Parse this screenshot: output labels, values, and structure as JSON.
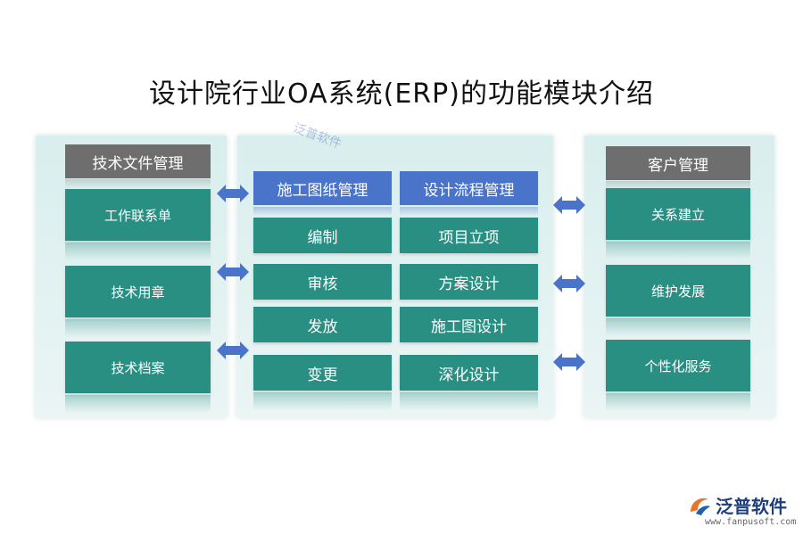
{
  "title": "设计院行业OA系统(ERP)的功能模块介绍",
  "left": {
    "header": "技术文件管理",
    "items": [
      "工作联系单",
      "技术用章",
      "技术档案"
    ]
  },
  "middle": {
    "col1": {
      "header": "施工图纸管理",
      "items": [
        "编制",
        "审核",
        "发放",
        "变更"
      ]
    },
    "col2": {
      "header": "设计流程管理",
      "items": [
        "项目立项",
        "方案设计",
        "施工图设计",
        "深化设计"
      ]
    }
  },
  "right": {
    "header": "客户管理",
    "items": [
      "关系建立",
      "维护发展",
      "个性化服务"
    ]
  },
  "watermark": "泛普软件",
  "logo": {
    "name": "泛普软件",
    "url": "www.fanpusoft.com"
  },
  "colors": {
    "teal": "#2a8f83",
    "blue": "#4a74c9",
    "gray": "#6e6e6e",
    "arrow": "#4a74c9"
  }
}
